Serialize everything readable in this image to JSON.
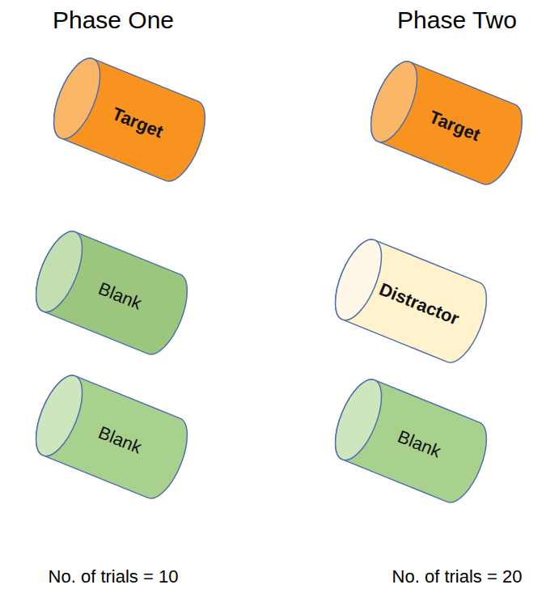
{
  "diagram": {
    "nodes": [
      {
        "text": [
          "Target"
        ]
      },
      {
        "text": [
          "Blank"
        ]
      },
      {
        "text": [
          "Blank"
        ]
      },
      {
        "text": [
          "Target"
        ]
      },
      {
        "text": [
          "Distractor"
        ]
      },
      {
        "text": [
          "Blank"
        ]
      }
    ],
    "labels": [
      "Phase One",
      "Phase Two",
      "No. of trials = 10",
      "No. of trials = 20"
    ]
  }
}
